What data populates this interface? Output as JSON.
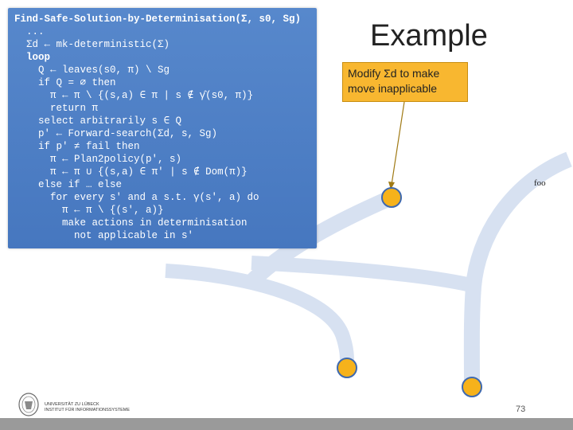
{
  "slide": {
    "title": "Example",
    "callout": "Modify Σd to make move inapplicable",
    "foo_label": "foo",
    "page_number": "73"
  },
  "code": {
    "lines": [
      "Find-Safe-Solution-by-Determinisation(Σ, s0, Sg)",
      "  ...",
      "  Σd ← mk-deterministic(Σ)",
      "  loop",
      "    Q ← leaves(s0, π) \\ Sg",
      "    if Q = ∅ then",
      "      π ← π \\ {(s,a) ∈ π | s ∉ γ̂(s0, π)}",
      "      return π",
      "    select arbitrarily s ∈ Q",
      "    p' ← Forward-search(Σd, s, Sg)",
      "    if p' ≠ fail then",
      "      π ← Plan2policy(p', s)",
      "      π ← π ∪ {(s,a) ∈ π' | s ∉ Dom(π)}",
      "    else if … else",
      "      for every s' and a s.t. γ(s', a) do",
      "        π ← π \\ {(s', a)}",
      "        make actions in determinisation",
      "          not applicable in s'"
    ]
  },
  "footer": {
    "university": "UNIVERSITÄT ZU LÜBECK",
    "institute": "INSTITUT FÜR INFORMATIONSSYSTEME"
  },
  "colors": {
    "code_bg": "#4f7fc4",
    "callout_bg": "#f8b730",
    "node_fill": "#f6b21b",
    "branch": "#d5dff0"
  }
}
